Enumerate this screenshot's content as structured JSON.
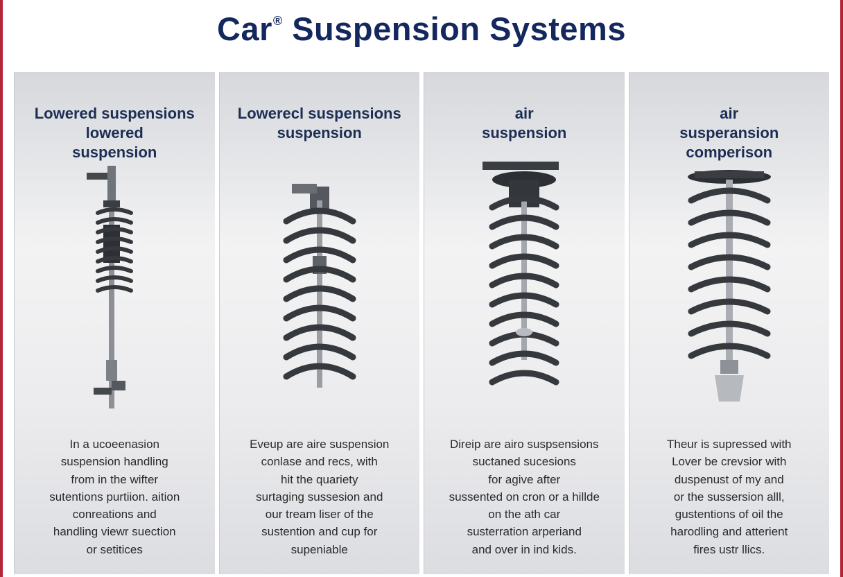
{
  "title": {
    "text": "Car",
    "mark": "®",
    "rest": " Suspension Systems"
  },
  "panels": [
    {
      "heading": [
        "Lowered suspensions",
        "lowered",
        "suspension"
      ],
      "caption": [
        "In a ucoeenasion",
        "suspension handling",
        "from in the wifter",
        "sutentions purtiion. aition",
        "conreations and",
        "handling viewr suection",
        "or setitices"
      ],
      "illustration": "lowered-coilover-strut-icon"
    },
    {
      "heading": [
        "Lowerecl suspensions",
        "suspension"
      ],
      "caption": [
        "Eveup are aire suspension",
        "conlase and recs, with",
        "hit the quariety",
        "surtaging sussesion and",
        "our tream liser of the",
        "sustention and cup for",
        "supeniable"
      ],
      "illustration": "coil-spring-strut-icon"
    },
    {
      "heading": [
        "air",
        "suspension"
      ],
      "caption": [
        "Direip are airo suspsensions",
        "suctaned sucesions",
        "for agive after",
        "sussented on cron or a hillde",
        "on the ath car",
        "susterration arperiand",
        "and over in ind kids."
      ],
      "illustration": "air-suspension-strut-icon"
    },
    {
      "heading": [
        "air",
        "susperansion",
        "comperison"
      ],
      "caption": [
        "Theur is supressed with",
        "Lover be crevsior with",
        "duspenust of my and",
        "or the sussersion alll,",
        "gustentions of oil the",
        "harodling and atterient",
        "fires ustr llics."
      ],
      "illustration": "coilover-comparison-strut-icon"
    }
  ],
  "colors": {
    "title": "#14285e",
    "heading": "#1c2e54",
    "spring": "#35383d",
    "border": "#b3263a"
  }
}
